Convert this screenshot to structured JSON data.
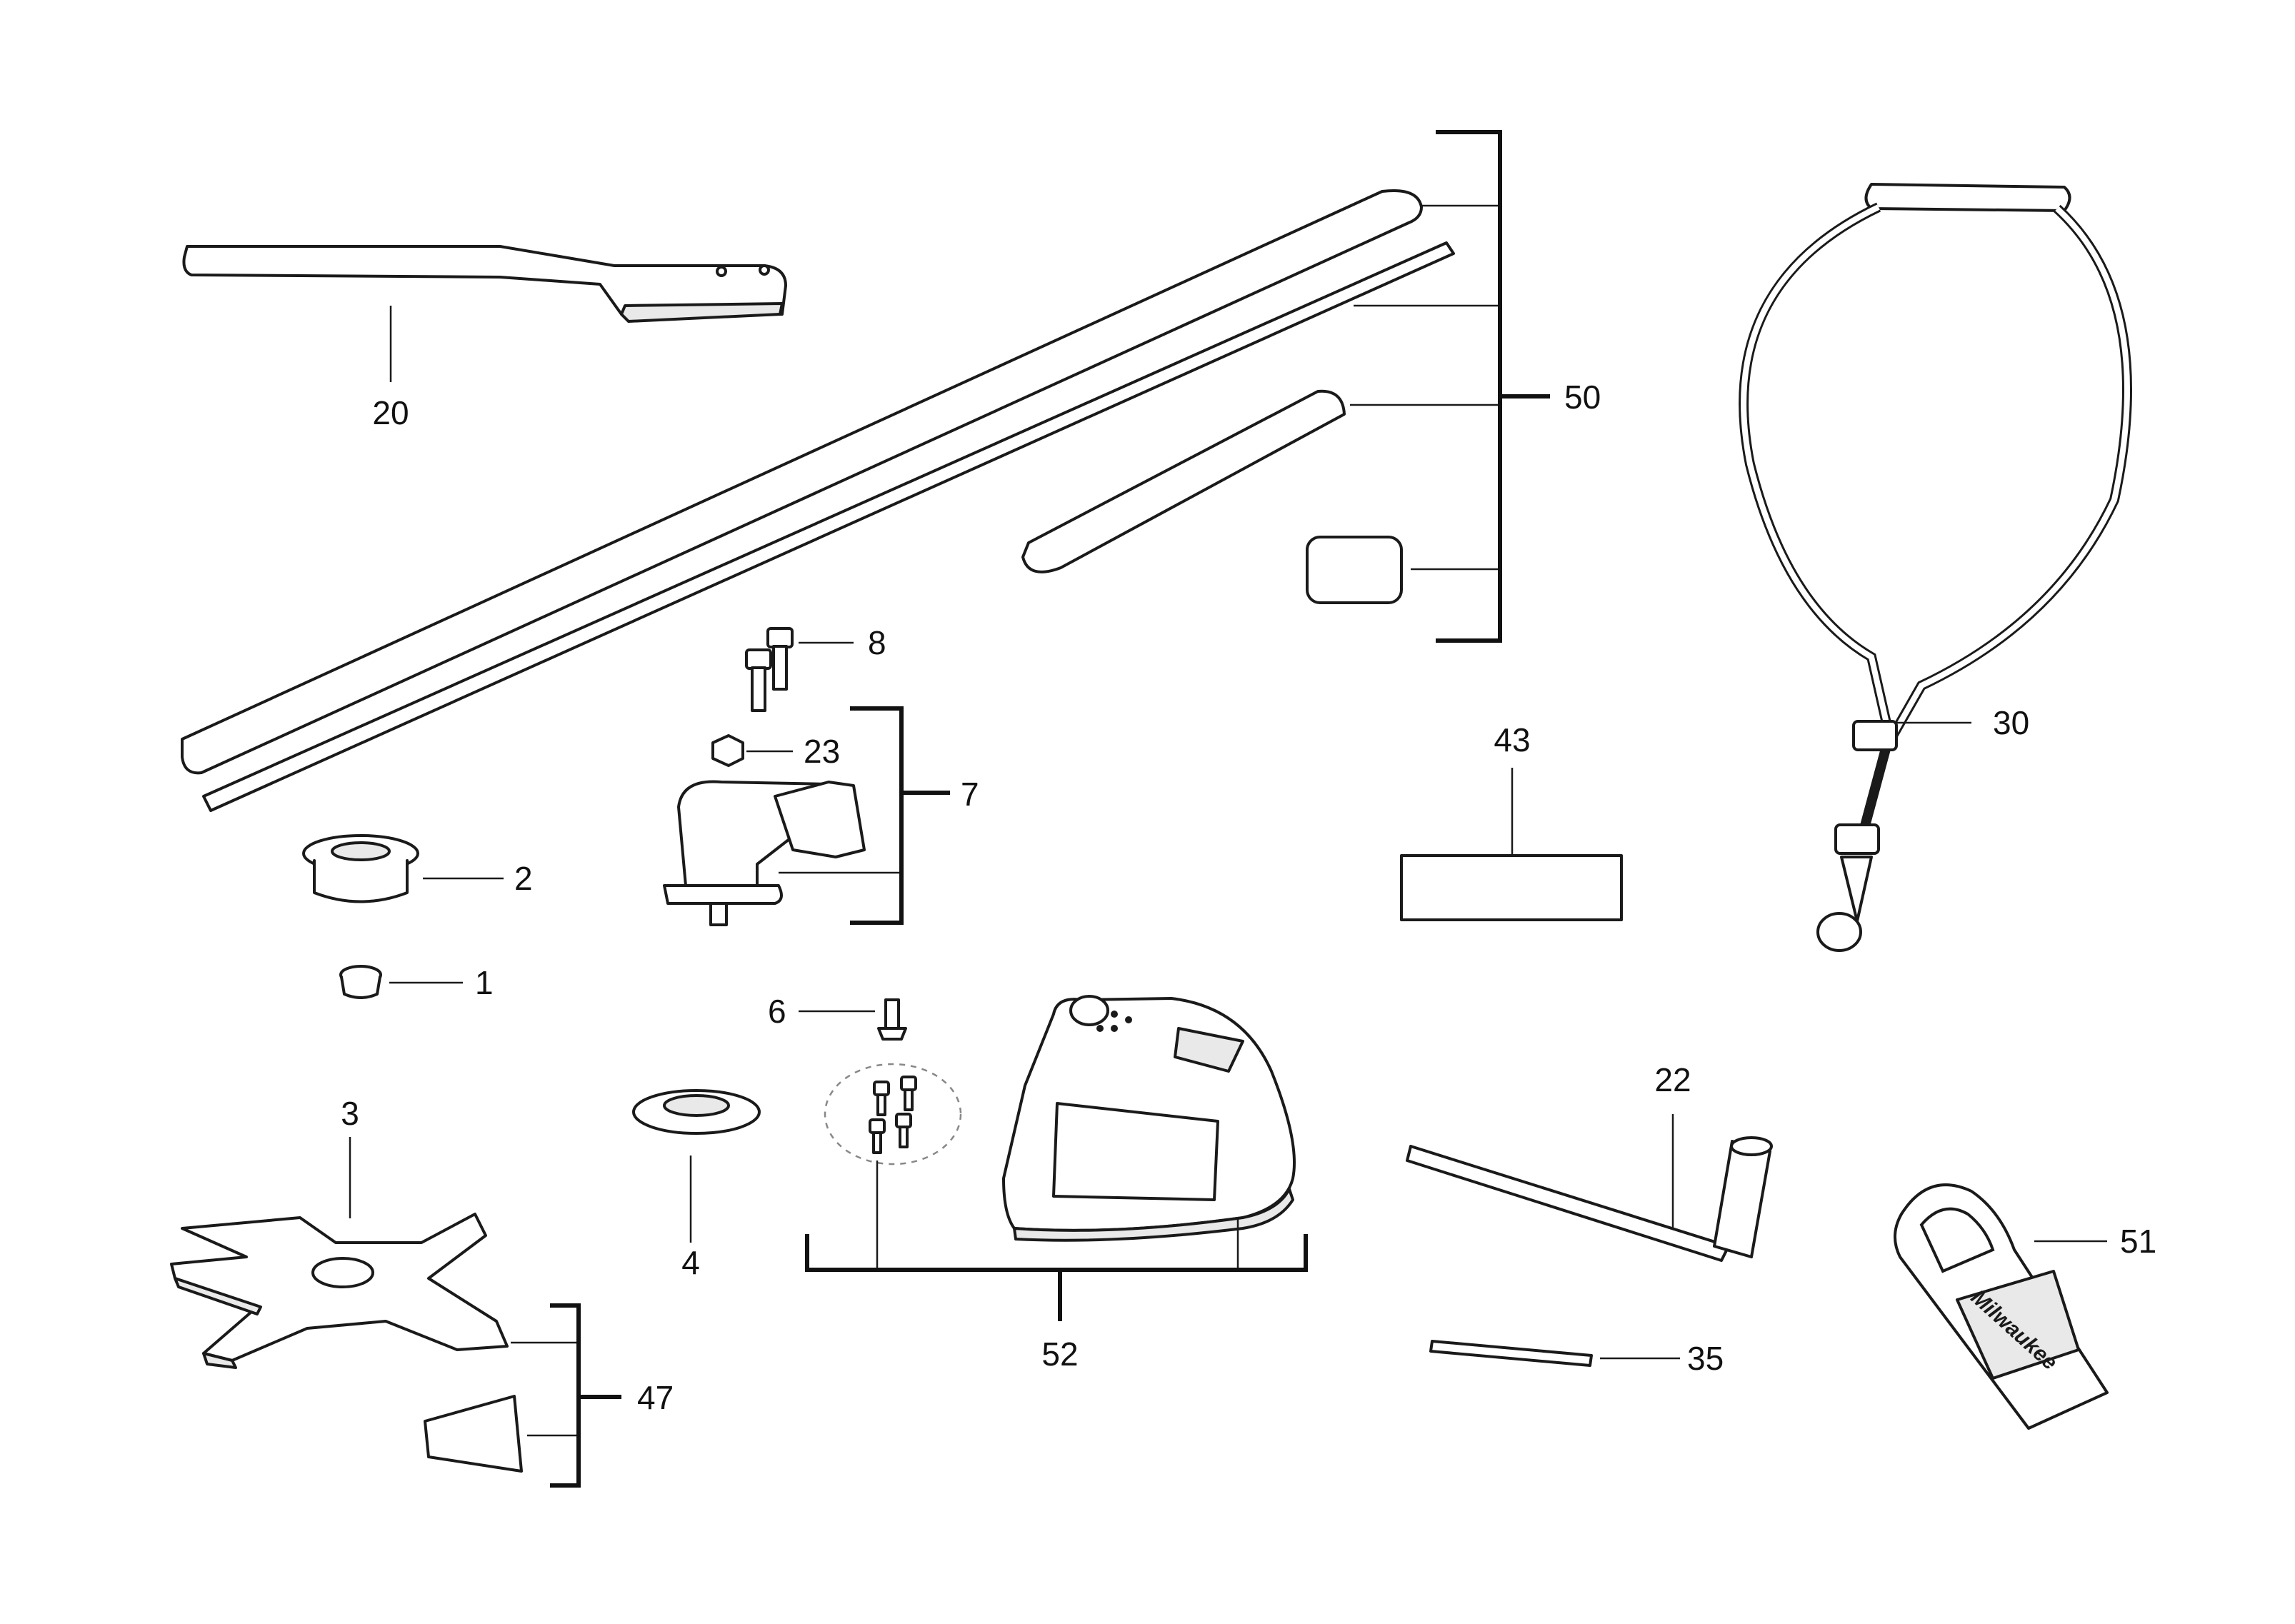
{
  "callouts": {
    "c1": "1",
    "c2": "2",
    "c3": "3",
    "c4": "4",
    "c6": "6",
    "c7": "7",
    "c8": "8",
    "c20": "20",
    "c22": "22",
    "c23": "23",
    "c30": "30",
    "c35": "35",
    "c43": "43",
    "c47": "47",
    "c50": "50",
    "c51": "51",
    "c52": "52"
  },
  "logo_text": "Milwaukee",
  "colors": {
    "line": "#1a1a1a",
    "shade": "#e9e9e9",
    "background": "#ffffff"
  }
}
